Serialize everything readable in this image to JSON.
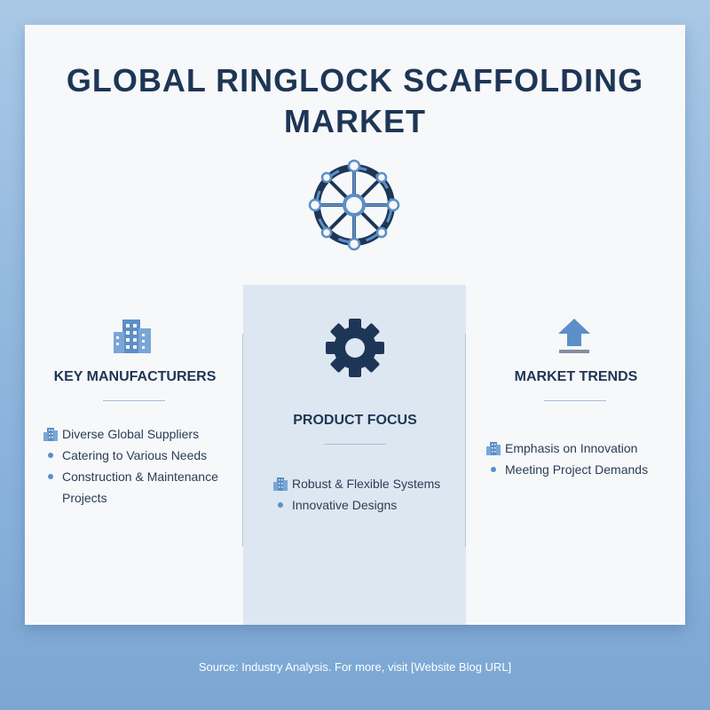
{
  "title": "GLOBAL RINGLOCK SCAFFOLDING MARKET",
  "hub_icon": "ringlock-hub-icon",
  "columns": {
    "left": {
      "icon": "building-icon",
      "heading": "KEY MANUFACTURERS",
      "items": [
        {
          "text": "Diverse Global Suppliers",
          "marker": "building-icon"
        },
        {
          "text": "Catering to Various Needs",
          "marker": "bullet"
        },
        {
          "text": "Construction & Maintenance Projects",
          "marker": "bullet"
        }
      ]
    },
    "center": {
      "icon": "gear-icon",
      "heading": "PRODUCT FOCUS",
      "items": [
        {
          "text": "Robust & Flexible Systems",
          "marker": "building-icon"
        },
        {
          "text": "Innovative Designs",
          "marker": "bullet"
        }
      ]
    },
    "right": {
      "icon": "up-arrow-icon",
      "heading": "MARKET TRENDS",
      "items": [
        {
          "text": "Emphasis on Innovation",
          "marker": "building-icon"
        },
        {
          "text": "Meeting Project Demands",
          "marker": "bullet"
        }
      ]
    }
  },
  "source": "Source: Industry Analysis. For more, visit [Website Blog URL]",
  "colors": {
    "navy": "#1e3656",
    "accent_blue": "#5b8fc7",
    "panel": "#dde7f1"
  }
}
